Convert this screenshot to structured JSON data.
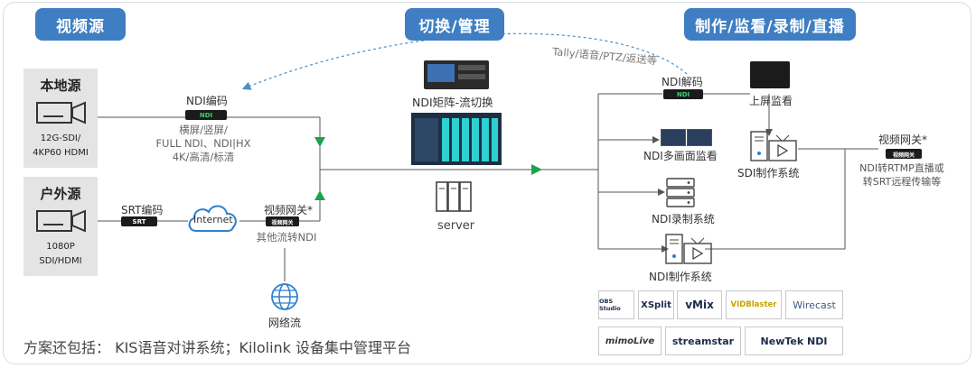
{
  "sections": {
    "source": "视频源",
    "switching": "切换/管理",
    "production": "制作/监看/录制/直播"
  },
  "local_source": {
    "title": "本地源",
    "desc": "12G-SDI/\n4KP60 HDMI"
  },
  "outdoor_source": {
    "title": "户外源",
    "desc": "1080P\nSDI/HDMI"
  },
  "ndi_encoder": {
    "title": "NDI编码",
    "device_label": "NDI",
    "desc": "横屏/竖屏/\nFULL NDI、NDI|HX\n4K/高清/标清"
  },
  "srt_encoder": {
    "title": "SRT编码",
    "device_label": "SRT"
  },
  "internet": {
    "label": "Internet"
  },
  "gateway_in": {
    "title": "视频网关*",
    "device_label": "视频网关",
    "desc": "其他流转NDI"
  },
  "network_stream": {
    "label": "网络流"
  },
  "matrix": {
    "title": "NDI矩阵-流切换"
  },
  "server": {
    "label": "server"
  },
  "tally_return": "Tally/语音/PTZ/返送等",
  "outputs": {
    "ndi_decode": {
      "title": "NDI解码",
      "device_label": "NDI"
    },
    "screen_monitor": {
      "title": "上屏监看"
    },
    "multiview": {
      "title": "NDI多画面监看"
    },
    "sdi_production": {
      "title": "SDI制作系统"
    },
    "recording": {
      "title": "NDI录制系统"
    },
    "ndi_production": {
      "title": "NDI制作系统"
    }
  },
  "gateway_out": {
    "title": "视频网关*",
    "device_label": "视频网关",
    "desc": "NDI转RTMP直播或\n转SRT远程传输等"
  },
  "software_logos": [
    "OBS Studio",
    "XSplit",
    "vMix",
    "VIDBlaster",
    "Wirecast",
    "mimoLive",
    "streamstar",
    "NewTek NDI"
  ],
  "footer": "方案还包括： KIS语音对讲系统；Kilolink 设备集中管理平台",
  "colors": {
    "accent": "#3f7ec2",
    "arrow_green": "#1aa34a",
    "tally_blue": "#4a90c8",
    "line": "#555555"
  }
}
